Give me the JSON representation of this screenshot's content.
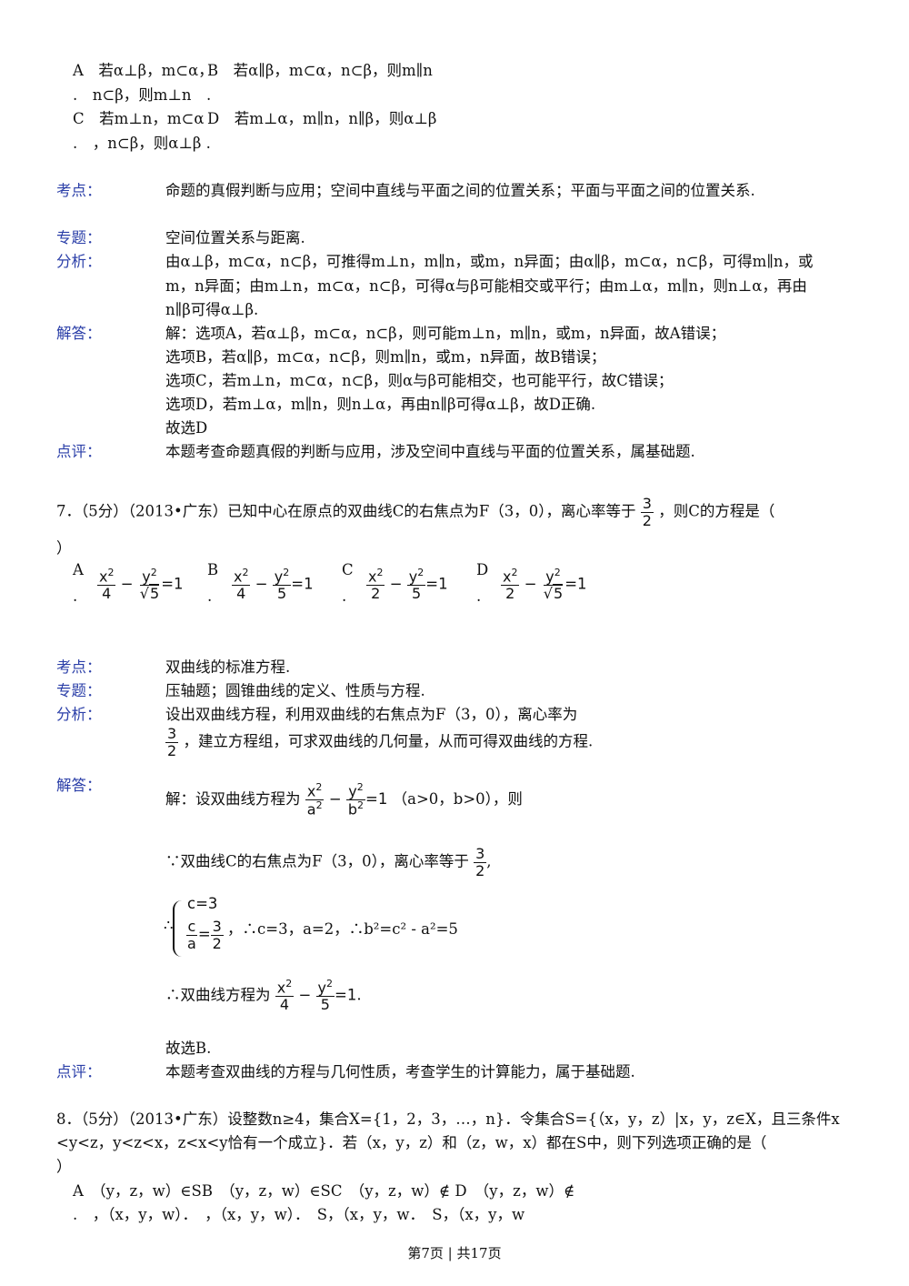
{
  "q6": {
    "optA_l1": "A　若α⊥β，m⊂α，",
    "optA_l2": ".　n⊂β，则m⊥n　.",
    "optB_l1": "B　若α∥β，m⊂α，n⊂β，则m∥n",
    "optC_l1": "C　若m⊥n，m⊂α",
    "optC_l2": ".　，n⊂β，则α⊥β .",
    "optD_l1": "D　若m⊥α，m∥n，n∥β，则α⊥β",
    "kaodian_label": "考点：",
    "kaodian": "命题的真假判断与应用；空间中直线与平面之间的位置关系；平面与平面之间的位置关系.",
    "zhuanti_label": "专题：",
    "zhuanti": "空间位置关系与距离.",
    "fenxi_label": "分析：",
    "fenxi_1": "由α⊥β，m⊂α，n⊂β，可推得m⊥n，m∥n，或m，n异面；由α∥β，m⊂α，n⊂β，可得m∥n，或",
    "fenxi_2": "m，n异面；由m⊥n，m⊂α，n⊂β，可得α与β可能相交或平行；由m⊥α，m∥n，则n⊥α，再由",
    "fenxi_3": "n∥β可得α⊥β.",
    "jieda_label": "解答：",
    "jieda_1": "解：选项A，若α⊥β，m⊂α，n⊂β，则可能m⊥n，m∥n，或m，n异面，故A错误；",
    "jieda_2": "选项B，若α∥β，m⊂α，n⊂β，则m∥n，或m，n异面，故B错误；",
    "jieda_3": "选项C，若m⊥n，m⊂α，n⊂β，则α与β可能相交，也可能平行，故C错误；",
    "jieda_4": "选项D，若m⊥α，m∥n，则n⊥α，再由n∥β可得α⊥β，故D正确.",
    "jieda_5": "故选D",
    "dianping_label": "点评：",
    "dianping": "本题考查命题真假的判断与应用，涉及空间中直线与平面的位置关系，属基础题."
  },
  "q7": {
    "stem_pre": "7．（5分）（2013•广东）已知中心在原点的双曲线C的右焦点为F（3，0），离心率等于",
    "stem_post": "，则C的方程是（",
    "stem_close": "）",
    "frac32_num": "3",
    "frac32_den": "2",
    "opt_letters": [
      "A",
      "B",
      "C",
      "D"
    ],
    "opt_dot": ".",
    "x2": "x",
    "y2": "y",
    "sq": "2",
    "minus": "−",
    "eq1": "=1",
    "denA_x": "4",
    "denA_y": "5",
    "denB_x": "4",
    "denB_y": "5",
    "denC_x": "2",
    "denC_y": "5",
    "denD_x": "2",
    "denD_y": "5",
    "sqrt_sign": "√",
    "kaodian_label": "考点：",
    "kaodian": "双曲线的标准方程.",
    "zhuanti_label": "专题：",
    "zhuanti": "压轴题；圆锥曲线的定义、性质与方程.",
    "fenxi_label": "分析：",
    "fenxi_1": "设出双曲线方程，利用双曲线的右焦点为F（3，0），离心率为",
    "fenxi_2": "，建立方程组，可求双曲线的几何量，从而可得双曲线的方程.",
    "jieda_label": "解答：",
    "jieda_1_pre": "解：设双曲线方程为",
    "jieda_1_post": "（a>0，b>0），则",
    "a_var": "a",
    "b_var": "b",
    "jieda_2": "∵双曲线C的右焦点为F（3，0），离心率等于",
    "jieda_2_end": ",",
    "sys_1": "c=3",
    "sys_c": "c",
    "sys_a": "a",
    "sys_eq": "=",
    "therefore": "∴",
    "sys_post": "，∴c=3，a=2，∴b²=c² - a²=5",
    "jieda_4_pre": "∴双曲线方程为",
    "jieda_4_post": ".",
    "jieda_5": "故选B.",
    "dianping_label": "点评：",
    "dianping": "本题考查双曲线的方程与几何性质，考查学生的计算能力，属于基础题."
  },
  "q8": {
    "stem_1": "8．（5分）（2013•广东）设整数n≥4，集合X={1，2，3，…，n}．令集合S={（x，y，z）|x，y，z∈X，且三条件x",
    "stem_2": "<y<z，y<z<x，z<x<y恰有一个成立}．若（x，y，z）和（z，w，x）都在S中，则下列选项正确的是（",
    "stem_3": "）",
    "opt_l1": "A　（y，z，w）∈SB　（y，z，w）∈SC　（y，z，w）∉ D　（y，z，w）∉",
    "opt_l2": ".　，（x，y，w）．　，（x，y，w）．　S，（x，y，w．　S，（x，y，w"
  },
  "footer": "第7页 | 共17页"
}
